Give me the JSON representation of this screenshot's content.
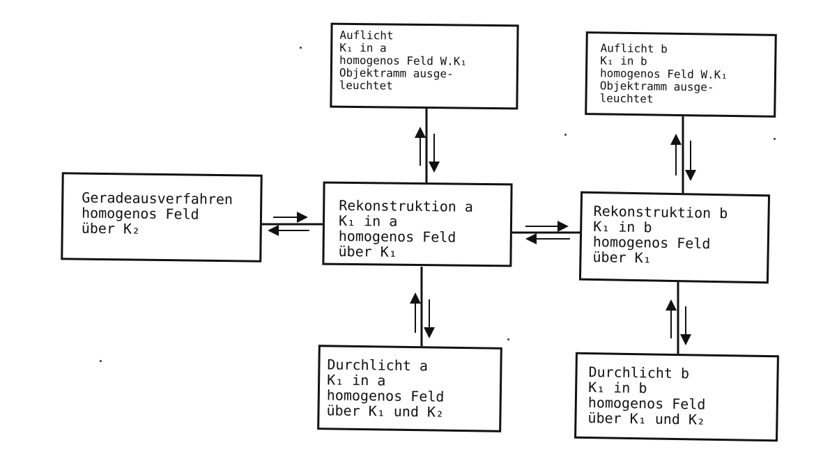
{
  "boxes": {
    "auflicht_a": {
      "lines": [
        "Auflicht",
        "K₁ in a",
        "homogenos Feld W.K₁",
        "Objektramm ausge-",
        "leuchtet"
      ]
    },
    "auflicht_b": {
      "lines": [
        "Auflicht b",
        "K₁ in b",
        "homogenos Feld W.K₁",
        "Objektramm ausge-",
        "leuchtet"
      ]
    },
    "geradeaus": {
      "lines": [
        "Geradeausverfahren",
        "homogenos Feld",
        "über K₂"
      ]
    },
    "rekonstruktion_a": {
      "lines": [
        "Rekonstruktion a",
        "K₁ in a",
        "homogenos Feld",
        "über K₁"
      ]
    },
    "rekonstruktion_b": {
      "lines": [
        "Rekonstruktion b",
        "K₁ in b",
        "homogenos Feld",
        "über K₁"
      ]
    },
    "durchlicht_a": {
      "lines": [
        "Durchlicht a",
        "K₁ in a",
        "homogenos Feld",
        "über K₁ und K₂"
      ]
    },
    "durchlicht_b": {
      "lines": [
        "Durchlicht b",
        "K₁ in b",
        "homogenos Feld",
        "über K₁ und K₂"
      ]
    }
  },
  "connections": [
    {
      "from": "rekonstruktion_a",
      "to": "auflicht_a",
      "style": "double-arrow"
    },
    {
      "from": "rekonstruktion_a",
      "to": "geradeaus",
      "style": "double-arrow"
    },
    {
      "from": "rekonstruktion_a",
      "to": "rekonstruktion_b",
      "style": "double-arrow"
    },
    {
      "from": "rekonstruktion_a",
      "to": "durchlicht_a",
      "style": "double-arrow"
    },
    {
      "from": "rekonstruktion_b",
      "to": "auflicht_b",
      "style": "double-arrow"
    },
    {
      "from": "rekonstruktion_b",
      "to": "durchlicht_b",
      "style": "double-arrow"
    }
  ]
}
